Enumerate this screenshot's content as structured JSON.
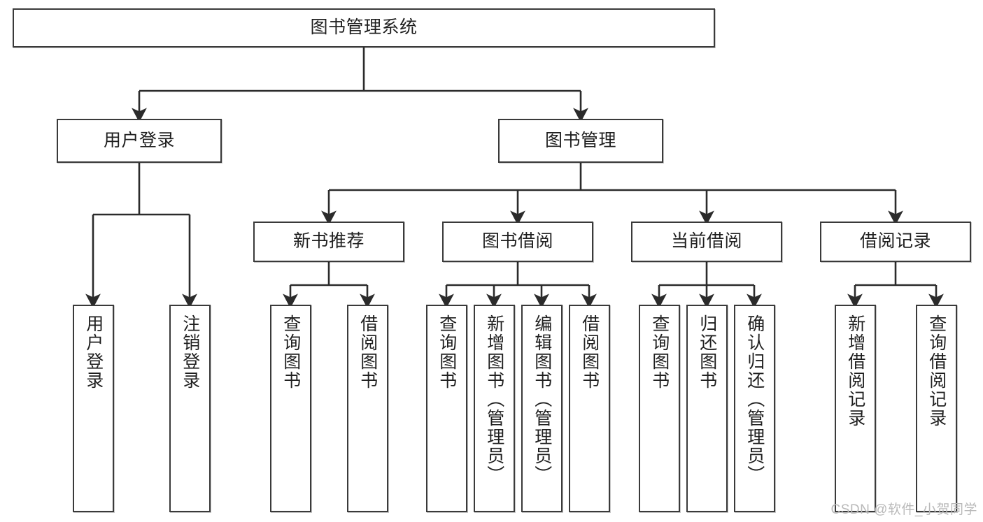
{
  "diagram": {
    "title": "图书管理系统",
    "type": "hierarchy-tree",
    "watermark": "CSDN @软件_小贺同学",
    "colors": {
      "box_border": "#3a3a3a",
      "box_fill": "#ffffff",
      "edge": "#2b2b2b",
      "text": "#1f1f1f",
      "watermark": "#b9b9b9"
    },
    "nodes": {
      "root": {
        "label": "图书管理系统"
      },
      "level2": [
        {
          "id": "user-login",
          "label": "用户登录"
        },
        {
          "id": "book-manage",
          "label": "图书管理"
        }
      ],
      "level3": [
        {
          "id": "new-book-recommend",
          "label": "新书推荐"
        },
        {
          "id": "book-borrow",
          "label": "图书借阅"
        },
        {
          "id": "current-borrow",
          "label": "当前借阅"
        },
        {
          "id": "borrow-record",
          "label": "借阅记录"
        }
      ],
      "leaves": {
        "user_login": [
          {
            "id": "leaf-user-login",
            "label": "用户登录"
          },
          {
            "id": "leaf-logout-login",
            "label": "注销登录"
          }
        ],
        "new_book_recommend": [
          {
            "id": "leaf-query-book-1",
            "label": "查询图书"
          },
          {
            "id": "leaf-borrow-book-1",
            "label": "借阅图书"
          }
        ],
        "book_borrow": [
          {
            "id": "leaf-query-book-2",
            "label": "查询图书"
          },
          {
            "id": "leaf-add-book",
            "label": "新增图书（管理员）"
          },
          {
            "id": "leaf-edit-book",
            "label": "编辑图书（管理员）"
          },
          {
            "id": "leaf-borrow-book-2",
            "label": "借阅图书"
          }
        ],
        "current_borrow": [
          {
            "id": "leaf-query-book-3",
            "label": "查询图书"
          },
          {
            "id": "leaf-return-book",
            "label": "归还图书"
          },
          {
            "id": "leaf-confirm-return",
            "label": "确认归还（管理员）"
          }
        ],
        "borrow_record": [
          {
            "id": "leaf-add-record",
            "label": "新增借阅记录"
          },
          {
            "id": "leaf-query-record",
            "label": "查询借阅记录"
          }
        ]
      }
    }
  }
}
